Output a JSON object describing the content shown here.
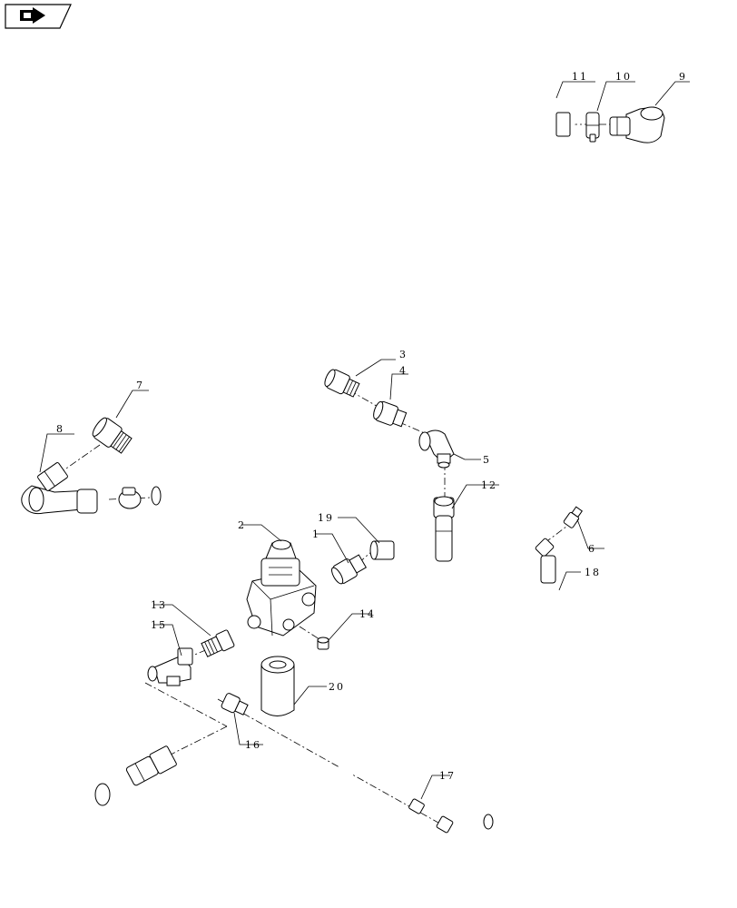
{
  "nav": {
    "icon": "next-page-arrow-icon"
  },
  "callouts": [
    {
      "id": "c1",
      "label": "1"
    },
    {
      "id": "c2",
      "label": "2"
    },
    {
      "id": "c3",
      "label": "3"
    },
    {
      "id": "c4",
      "label": "4"
    },
    {
      "id": "c5",
      "label": "5"
    },
    {
      "id": "c6",
      "label": "6"
    },
    {
      "id": "c7",
      "label": "7"
    },
    {
      "id": "c8",
      "label": "8"
    },
    {
      "id": "c9",
      "label": "9"
    },
    {
      "id": "c10",
      "label": "10"
    },
    {
      "id": "c11",
      "label": "11"
    },
    {
      "id": "c12",
      "label": "12"
    },
    {
      "id": "c13",
      "label": "13"
    },
    {
      "id": "c14",
      "label": "14"
    },
    {
      "id": "c15",
      "label": "15"
    },
    {
      "id": "c16",
      "label": "16"
    },
    {
      "id": "c17",
      "label": "17"
    },
    {
      "id": "c18",
      "label": "18"
    },
    {
      "id": "c19",
      "label": "19"
    },
    {
      "id": "c20",
      "label": "20"
    }
  ]
}
